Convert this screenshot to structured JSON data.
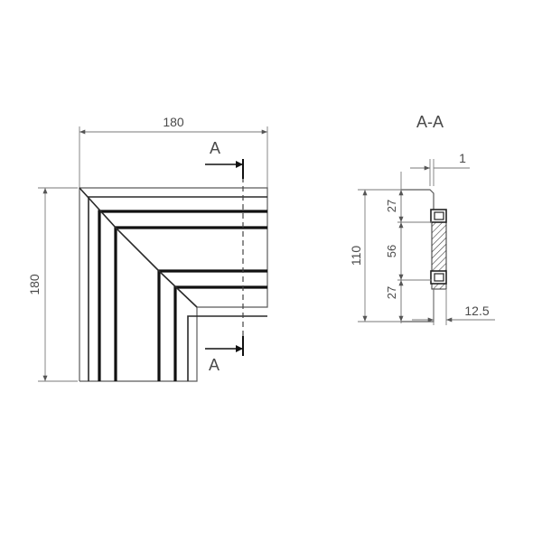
{
  "drawing": {
    "section_title": "A-A",
    "plan_view": {
      "top_dim": "180",
      "left_dim": "180",
      "cut_label_top": "A",
      "cut_label_bottom": "A"
    },
    "section_view": {
      "top_dim": "1",
      "overall_height": "110",
      "seg_upper": "27",
      "seg_middle": "56",
      "seg_lower": "27",
      "depth_dim": "12.5"
    }
  }
}
